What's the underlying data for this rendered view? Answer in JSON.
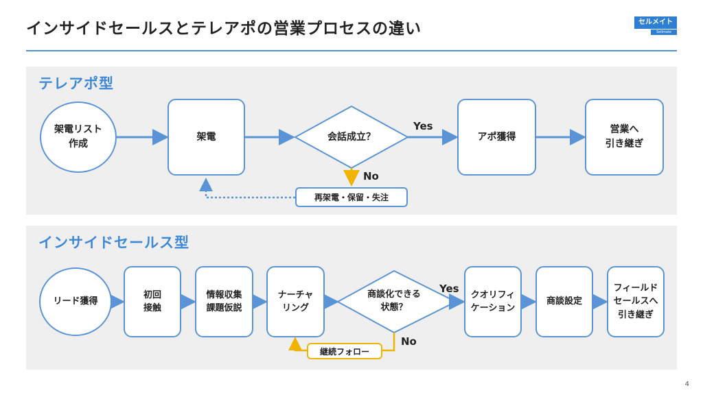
{
  "title": "インサイドセールスとテレアポの営業プロセスの違い",
  "logo": {
    "main": "セルメイト",
    "sub": "Sellmate"
  },
  "page_number": "4",
  "colors": {
    "accent_blue": "#5b94d6",
    "heading_blue": "#3f88d8",
    "yellow": "#f0b400",
    "panel_bg": "#efefef"
  },
  "teleapo": {
    "label": "テレアポ型",
    "nodes": {
      "list": "架電リスト\n作成",
      "call": "架電",
      "decision": "会話成立？",
      "appt": "アポ獲得",
      "handoff": "営業へ\n引き継ぎ"
    },
    "yes": "Yes",
    "no": "No",
    "fallback": "再架電・保留・失注"
  },
  "inside": {
    "label": "インサイドセールス型",
    "nodes": {
      "lead": "リード獲得",
      "contact": "初回\n接触",
      "info": "情報収集\n課題仮説",
      "nurture": "ナーチャ\nリング",
      "decision": "商談化できる\n状態？",
      "qualify": "クオリフィ\nケーション",
      "meeting": "商談設定",
      "handoff": "フィールド\nセールスへ\n引き継ぎ"
    },
    "yes": "Yes",
    "no": "No",
    "followup": "継続フォロー"
  }
}
